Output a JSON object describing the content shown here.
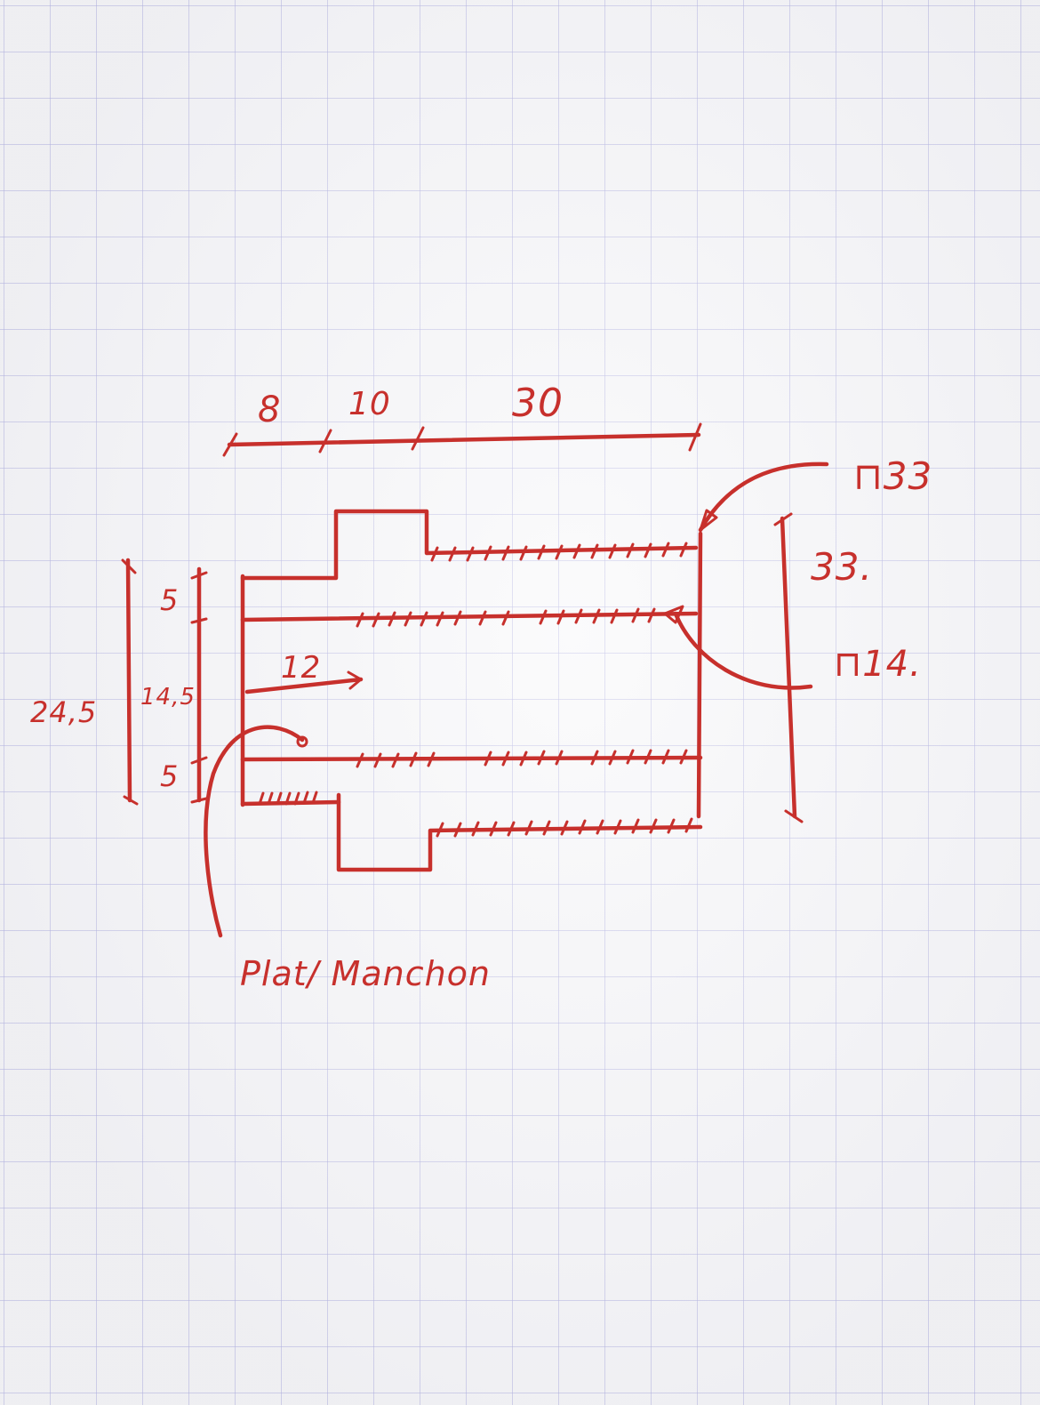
{
  "colors": {
    "ink": "#c7302c",
    "grid": "#9c9cd8",
    "paper": "#f6f6f8"
  },
  "labels": {
    "dim_top_1": "8",
    "dim_top_2": "10",
    "dim_top_3": "30",
    "outer_callout": "⊓33",
    "height_right": "33.",
    "inner_callout": "⊓14.",
    "dim_left_total": "24,5",
    "dim_left_top": "5",
    "dim_left_mid": "14,5",
    "dim_left_bottom": "5",
    "dim_inner": "12",
    "bottom_note": "Plat/ Manchon"
  }
}
